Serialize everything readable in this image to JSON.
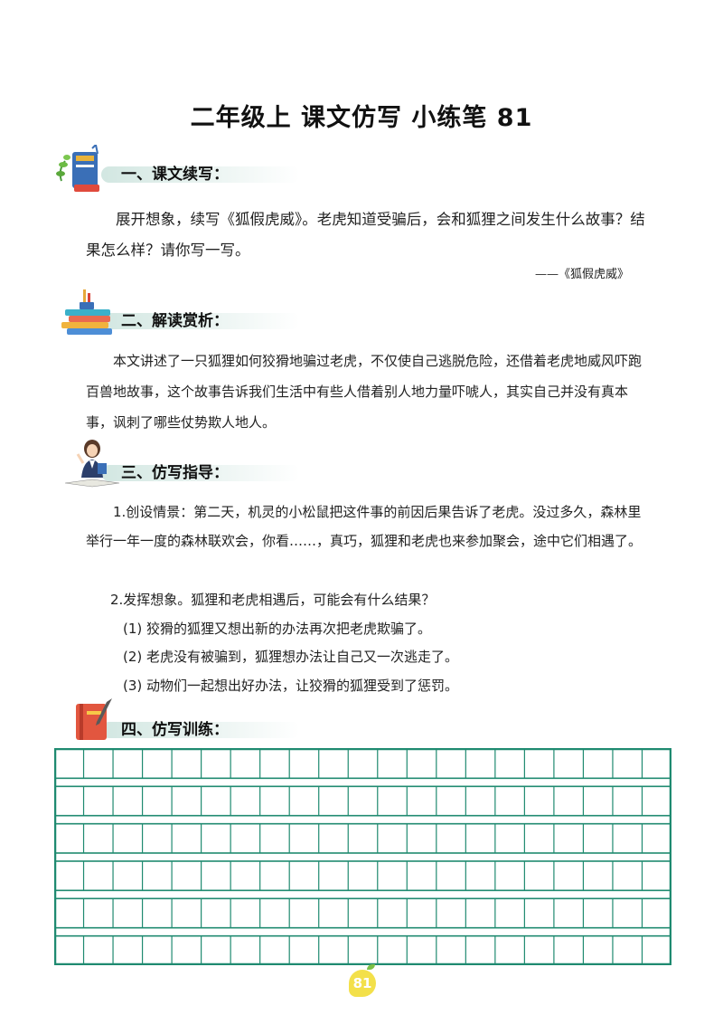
{
  "title": "二年级上  课文仿写  小练笔 81",
  "sections": [
    {
      "title": "一、课文续写：",
      "icon": "book-stack-with-plant-icon"
    },
    {
      "title": "二、解读赏析：",
      "icon": "book-pile-with-pencils-icon"
    },
    {
      "title": "三、仿写指导：",
      "icon": "teacher-icon"
    },
    {
      "title": "四、仿写训练：",
      "icon": "notebook-pen-icon"
    }
  ],
  "task": {
    "prompt": "展开想象，续写《狐假虎威》。老虎知道受骗后，会和狐狸之间发生什么故事？结果怎么样？请你写一写。",
    "source": "——《狐假虎威》"
  },
  "analysis": "本文讲述了一只狐狸如何狡猾地骗过老虎，不仅使自己逃脱危险，还借着老虎地威风吓跑百兽地故事，这个故事告诉我们生活中有些人借着别人地力量吓唬人，其实自己并没有真本事，讽刺了哪些仗势欺人地人。",
  "guide": {
    "item1": "1.创设情景：第二天，机灵的小松鼠把这件事的前因后果告诉了老虎。没过多久，森林里举行一年一度的森林联欢会，你看……，真巧，狐狸和老虎也来参加聚会，途中它们相遇了。",
    "item2": "2.发挥想象。狐狸和老虎相遇后，可能会有什么结果？",
    "subitems": [
      "(1)  狡猾的狐狸又想出新的办法再次把老虎欺骗了。",
      "(2)  老虎没有被骗到，狐狸想办法让自己又一次逃走了。",
      "(3)  动物们一起想出好办法，让狡猾的狐狸受到了惩罚。"
    ]
  },
  "practice_grid": {
    "rows": 6,
    "cols": 21,
    "color": "#1f8a70"
  },
  "page_number": "81",
  "colors": {
    "grid": "#1f8a70",
    "badge": "#f3e04a"
  }
}
